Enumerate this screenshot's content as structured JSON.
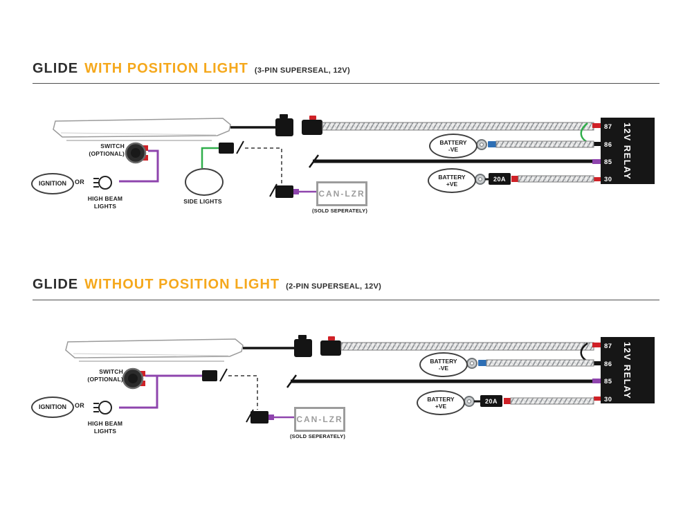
{
  "colors": {
    "accent_orange": "#f5a81c",
    "wire_purple": "#8e44ad",
    "wire_green": "#2fae4a",
    "wire_black": "#141414",
    "terminal_red": "#cf2127",
    "crimp_blue": "#2e6fb5",
    "relay_body": "#161616",
    "can_gray": "#9c9c9c"
  },
  "sections": [
    {
      "title_main": "GLIDE",
      "title_accent": "WITH POSITION LIGHT",
      "title_note": "(3-PIN SUPERSEAL, 12V)",
      "labels": {
        "switch": "SWITCH\n(OPTIONAL)",
        "ignition": "IGNITION",
        "or": "OR",
        "high_beam": "HIGH BEAM\nLIGHTS",
        "side_lights": "SIDE LIGHTS",
        "battery_neg": "BATTERY\n-VE",
        "battery_pos": "BATTERY\n+VE",
        "fuse": "20A",
        "can": "CAN-LZR",
        "sold": "(SOLD SEPERATELY)",
        "relay": "12V RELAY"
      },
      "pins": [
        "87",
        "86",
        "85",
        "30"
      ]
    },
    {
      "title_main": "GLIDE",
      "title_accent": "WITHOUT POSITION LIGHT",
      "title_note": "(2-PIN SUPERSEAL, 12V)",
      "labels": {
        "switch": "SWITCH\n(OPTIONAL)",
        "ignition": "IGNITION",
        "or": "OR",
        "high_beam": "HIGH BEAM\nLIGHTS",
        "battery_neg": "BATTERY\n-VE",
        "battery_pos": "BATTERY\n+VE",
        "fuse": "20A",
        "can": "CAN-LZR",
        "sold": "(SOLD SEPERATELY)",
        "relay": "12V RELAY"
      },
      "pins": [
        "87",
        "86",
        "85",
        "30"
      ]
    }
  ]
}
